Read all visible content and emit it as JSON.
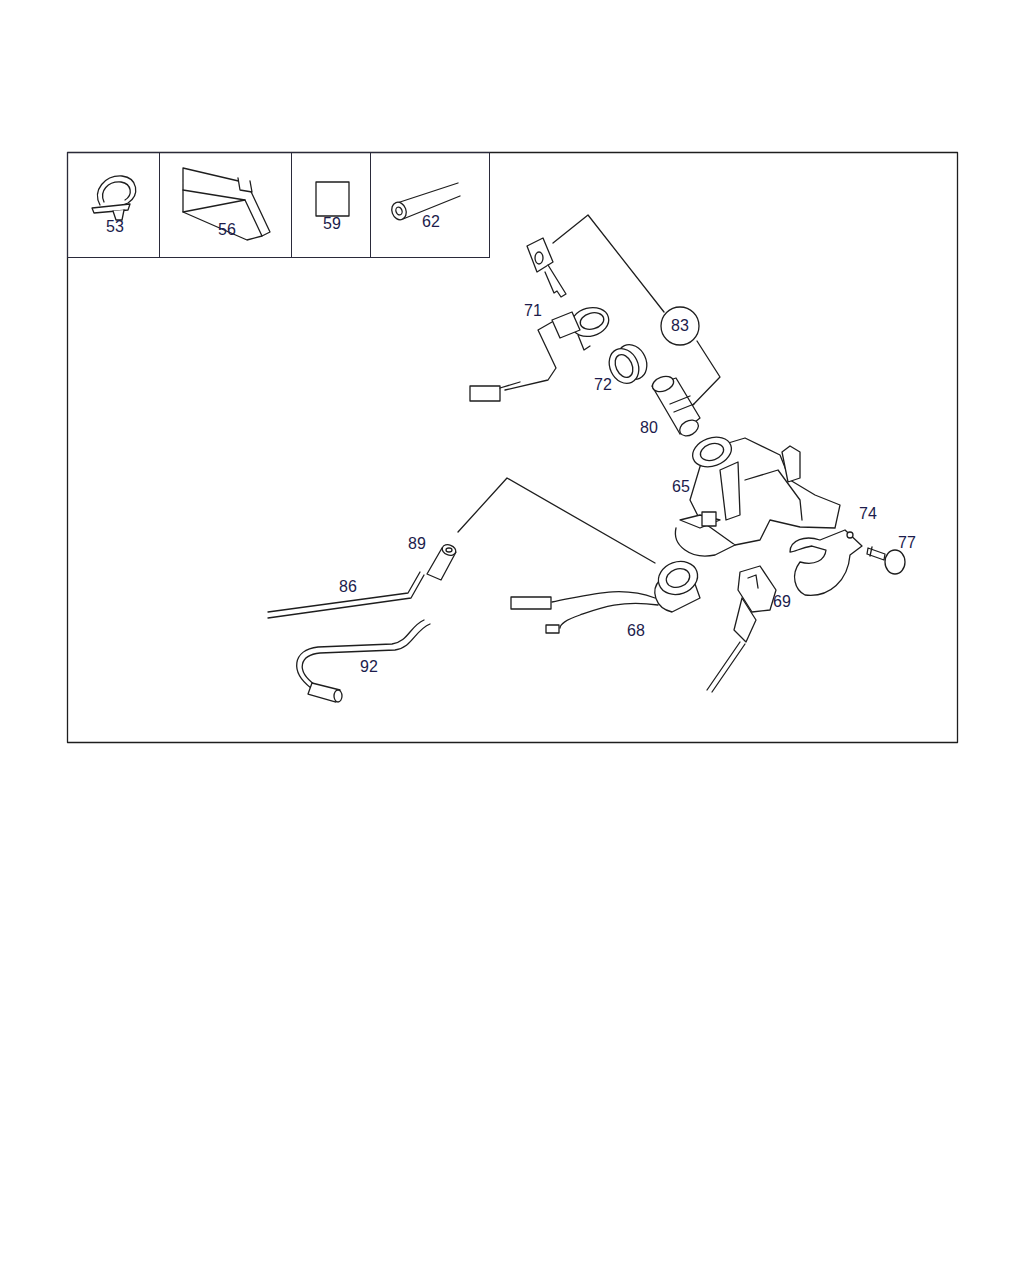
{
  "diagram": {
    "nodes": [
      {
        "text": [
          "53"
        ]
      },
      {
        "text": [
          "56"
        ]
      },
      {
        "text": [
          "59"
        ]
      },
      {
        "text": [
          "62"
        ]
      },
      {
        "text": [
          "83"
        ]
      }
    ],
    "labels": [
      "71",
      "72",
      "80",
      "65",
      "74",
      "77",
      "89",
      "86",
      "68",
      "69",
      "92"
    ]
  }
}
